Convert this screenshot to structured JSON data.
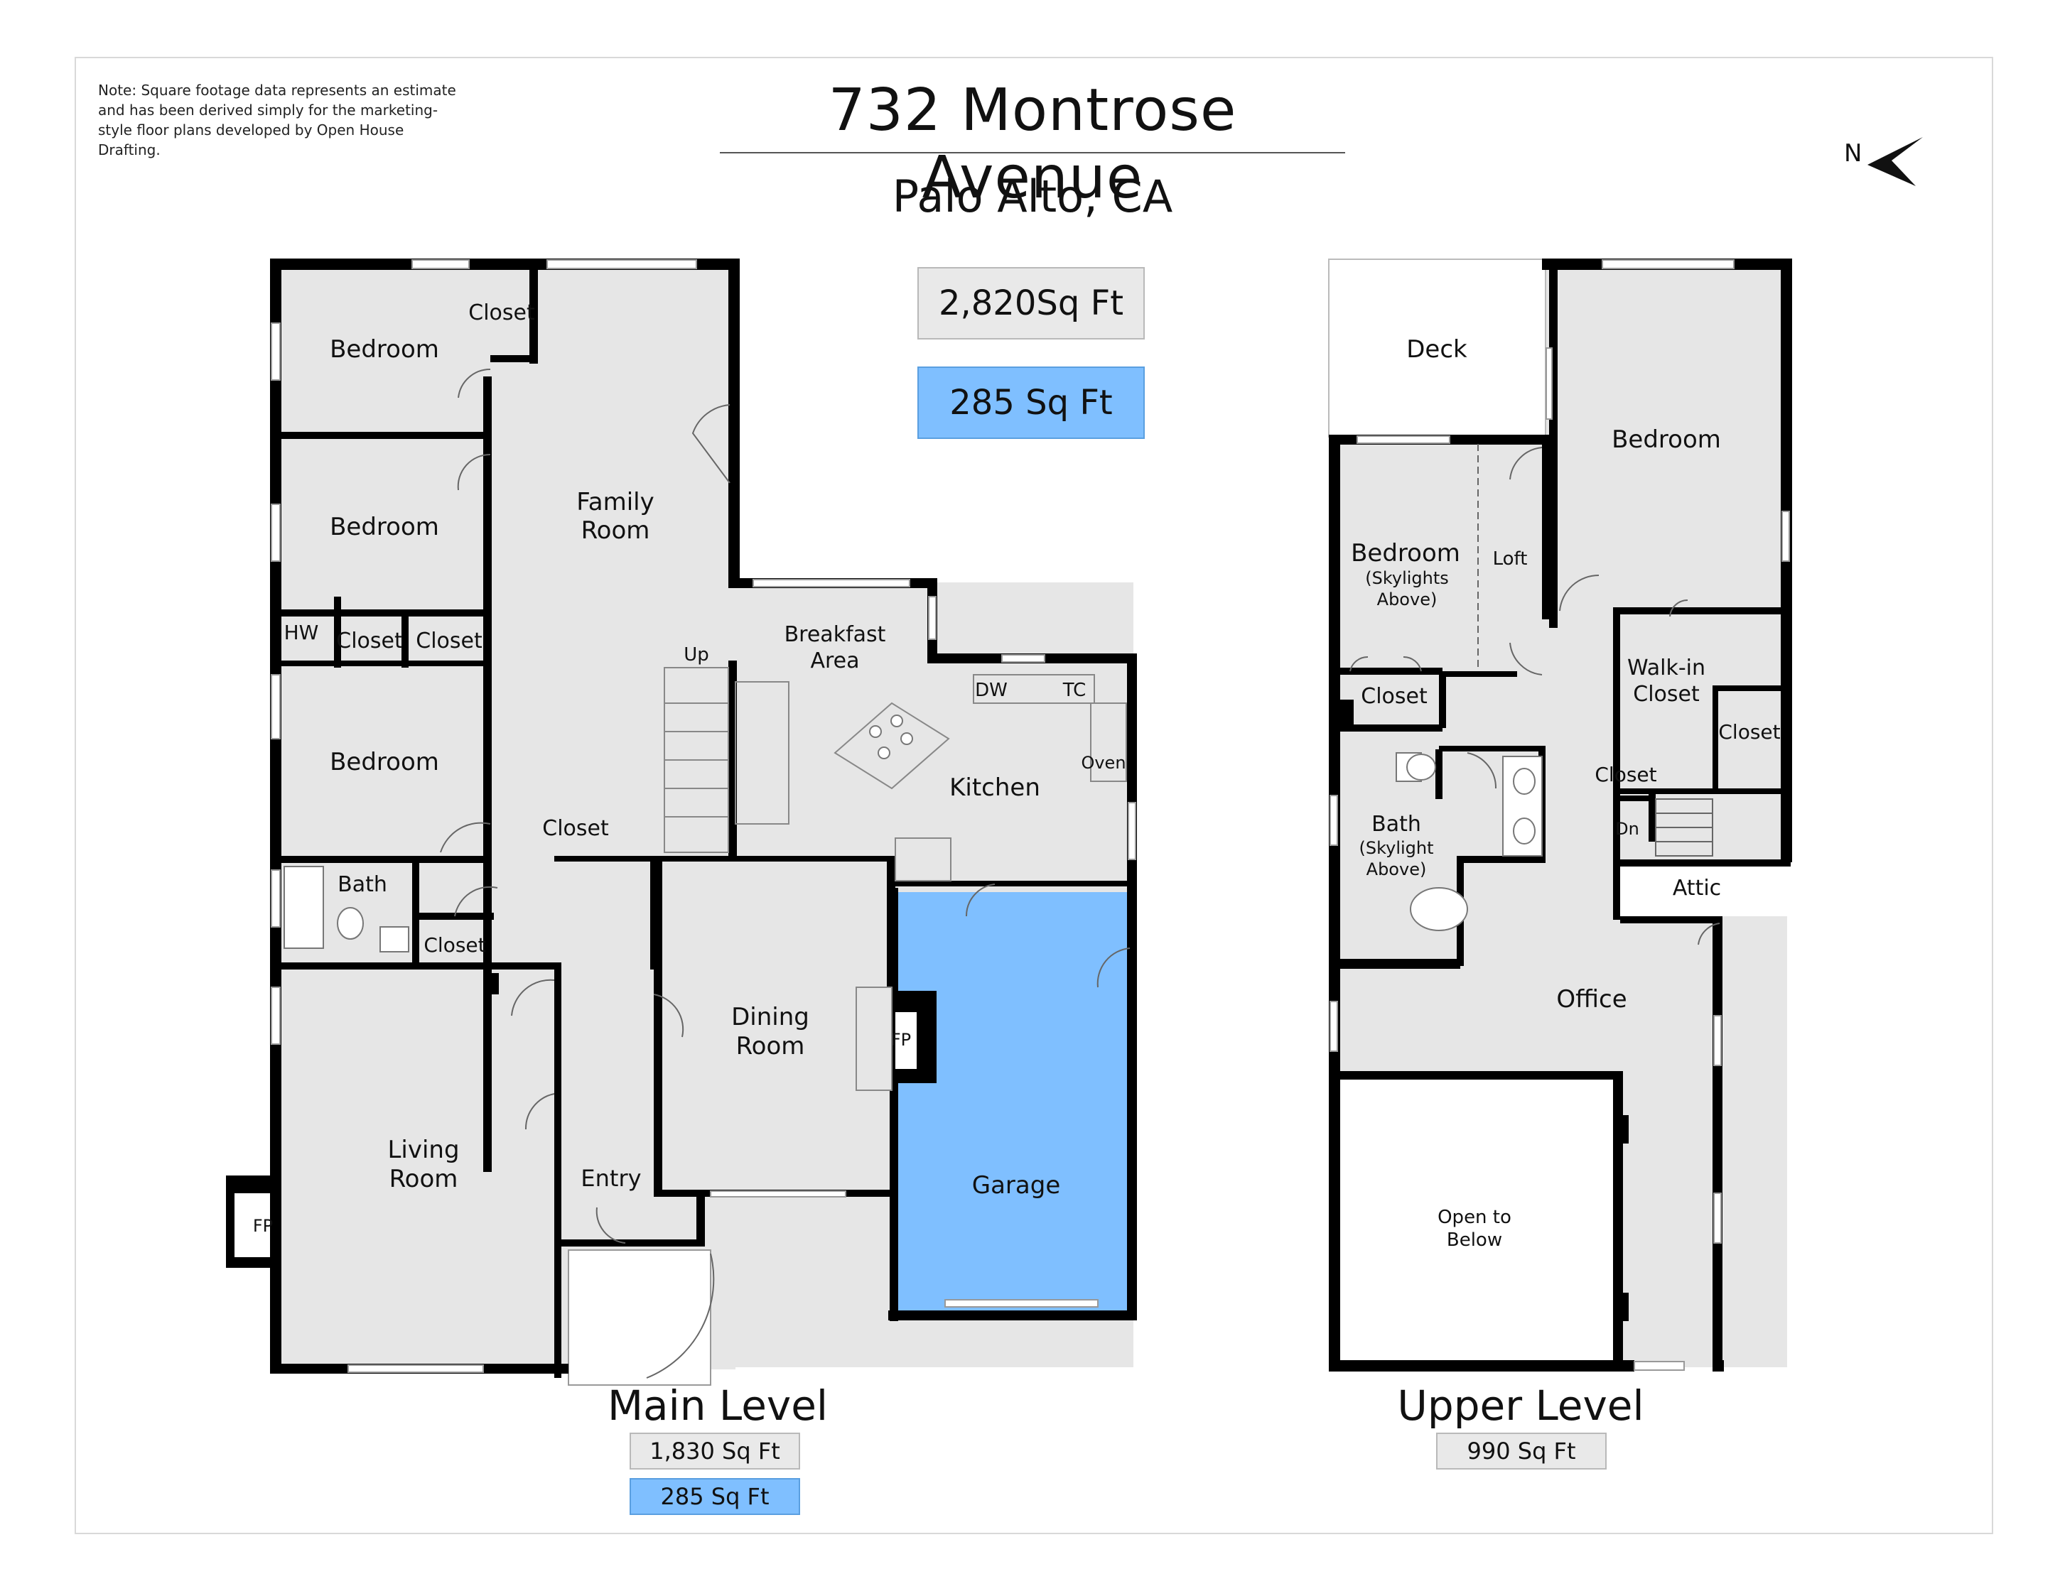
{
  "header": {
    "note": "Note: Square footage data represents an estimate and has been derived simply for the marketing-style floor plans developed by Open House Drafting.",
    "title": "732 Montrose Avenue",
    "subtitle": "Palo Alto, CA",
    "total_sqft": "2,820Sq Ft",
    "garage_sqft": "285 Sq Ft",
    "north_label": "N"
  },
  "colors": {
    "room_fill": "#e6e6e6",
    "wall": "#000000",
    "garage_fill": "#7fbfff",
    "label_box": "#e9e9e9"
  },
  "main_level": {
    "name": "Main Level",
    "sqft": "1,830 Sq Ft",
    "garage_sqft": "285 Sq Ft",
    "rooms": {
      "bedroom1": "Bedroom",
      "closet1": "Closet",
      "bedroom2": "Bedroom",
      "family_room_1": "Family",
      "family_room_2": "Room",
      "hw": "HW",
      "closet2": "Closet",
      "closet3": "Closet",
      "bedroom3": "Bedroom",
      "up": "Up",
      "breakfast_1": "Breakfast",
      "breakfast_2": "Area",
      "dw": "DW",
      "tc": "TC",
      "oven": "Oven",
      "kitchen": "Kitchen",
      "closet4": "Closet",
      "bath": "Bath",
      "closet5": "Closet",
      "dining_1": "Dining",
      "dining_2": "Room",
      "fp1": "FP",
      "living_1": "Living",
      "living_2": "Room",
      "fp2": "FP",
      "entry": "Entry",
      "garage": "Garage"
    }
  },
  "upper_level": {
    "name": "Upper Level",
    "sqft": "990 Sq Ft",
    "rooms": {
      "deck": "Deck",
      "bedroom_main": "Bedroom",
      "bedroom2": "Bedroom",
      "bedroom2_note_1": "(Skylights",
      "bedroom2_note_2": "Above)",
      "loft": "Loft",
      "closet1": "Closet",
      "walkin_1": "Walk-in",
      "walkin_2": "Closet",
      "closet2": "Closet",
      "closet3": "Closet",
      "dn": "Dn",
      "bath": "Bath",
      "bath_note_1": "(Skylight",
      "bath_note_2": "Above)",
      "attic": "Attic",
      "office": "Office",
      "open_1": "Open to",
      "open_2": "Below"
    }
  }
}
